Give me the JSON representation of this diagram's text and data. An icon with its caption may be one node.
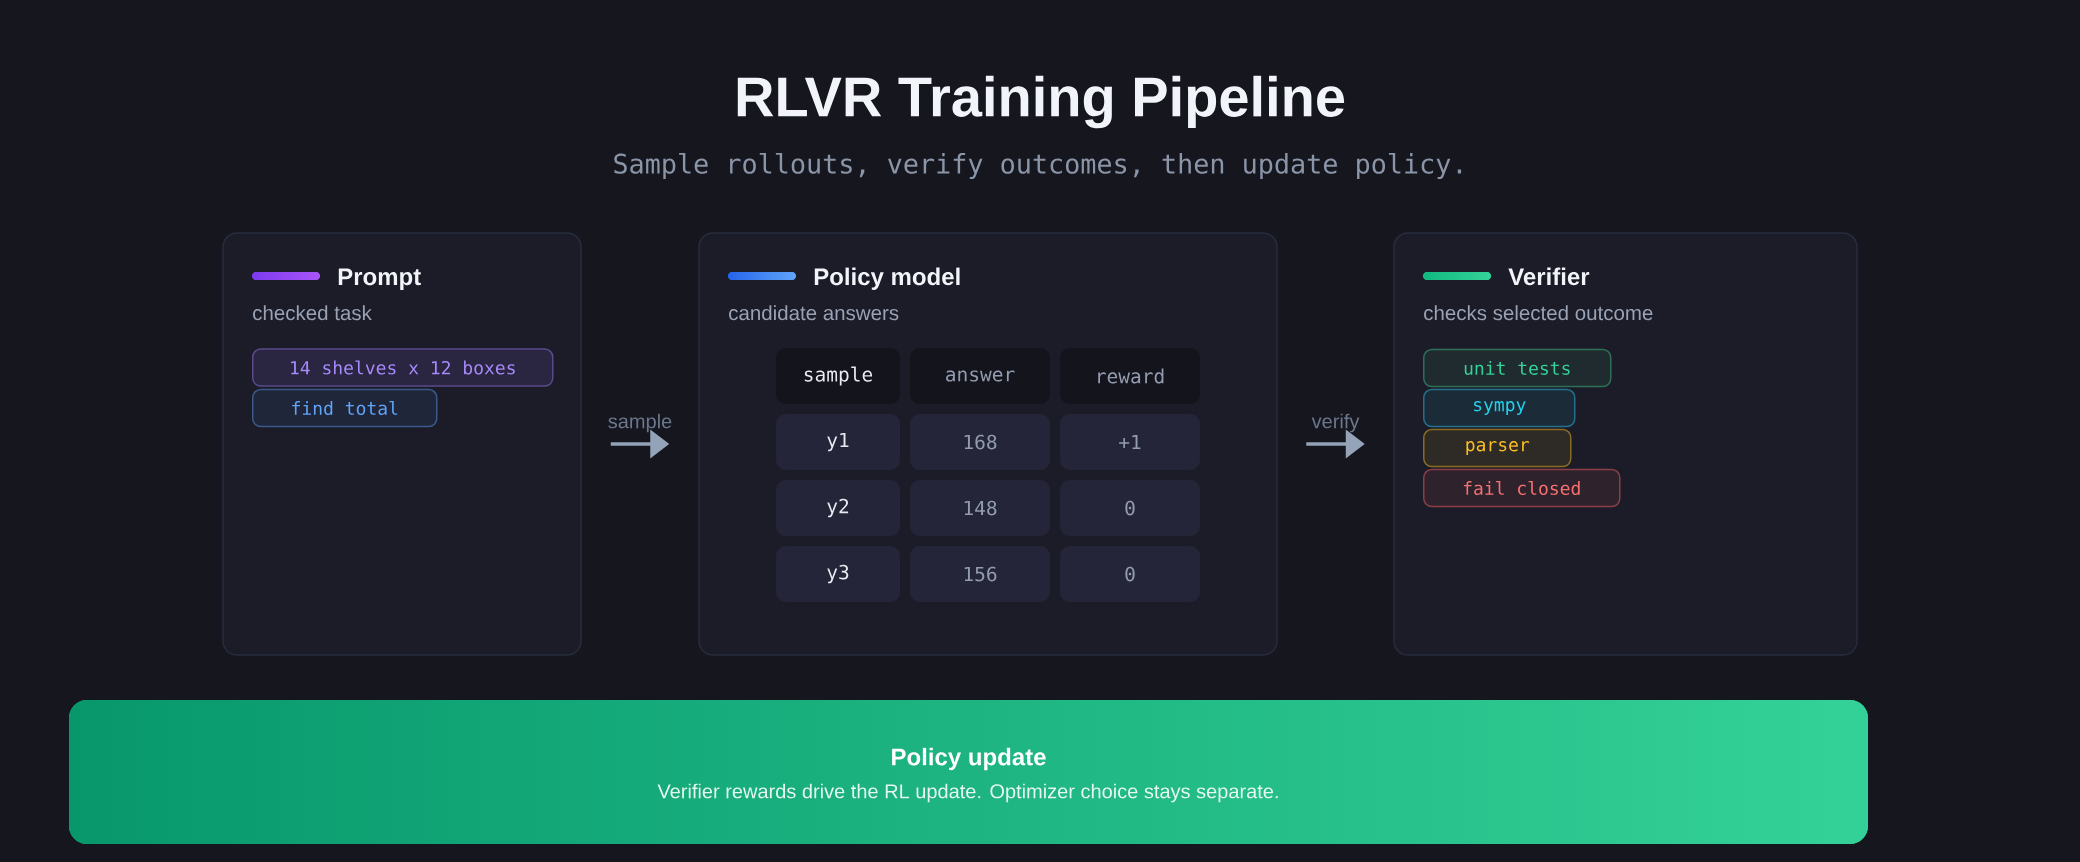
{
  "diagram": {
    "title": "RLVR Training Pipeline",
    "nodes": [
      {
        "text": [
          "Prompt",
          "checked task"
        ]
      },
      {
        "text": [
          "14 shelves x 12 boxes"
        ],
        "in": 0
      },
      {
        "text": [
          "find total"
        ],
        "in": 0
      },
      {
        "text": [
          "Policy model",
          "candidate answers"
        ]
      },
      {
        "text": [
          "Verifier",
          "checks selected outcome"
        ]
      },
      {
        "text": [
          "unit tests"
        ],
        "in": 4
      },
      {
        "text": [
          "sympy"
        ],
        "in": 4
      },
      {
        "text": [
          "parser"
        ],
        "in": 4
      },
      {
        "text": [
          "fail closed"
        ],
        "in": 4
      },
      {
        "text": [
          "Policy update",
          "Verifier rewards drive the RL update. Optimizer choice stays separate."
        ]
      }
    ],
    "edges": [
      {
        "from": 0,
        "to": 3,
        "arrow": "to",
        "label": "sample"
      },
      {
        "from": 3,
        "to": 4,
        "arrow": "to",
        "label": "verify"
      }
    ],
    "labels": [
      "Sample rollouts, verify outcomes, then update policy.",
      "sample",
      "answer",
      "reward",
      "y1",
      "168",
      "+1",
      "y2",
      "148",
      "0",
      "y3",
      "156",
      "0"
    ]
  }
}
